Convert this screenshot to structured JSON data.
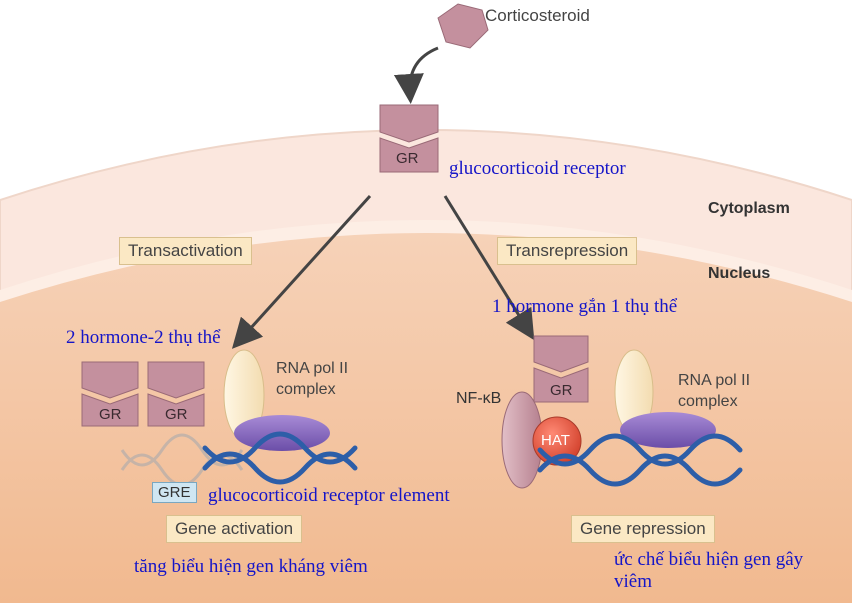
{
  "labels": {
    "corticosteroid": "Corticosteroid",
    "cytoplasm": "Cytoplasm",
    "nucleus": "Nucleus",
    "transactivation": "Transactivation",
    "transrepression": "Transrepression",
    "gr": "GR",
    "rna_pol_line1": "RNA pol II",
    "rna_pol_line2": "complex",
    "nfkb": "NF-κB",
    "hat": "HAT",
    "gre": "GRE",
    "gene_activation": "Gene activation",
    "gene_repression": "Gene repression"
  },
  "annotations": {
    "glucocorticoid_receptor": "glucocorticoid receptor",
    "two_hormone": "2 hormone-2 thụ thể",
    "one_hormone": "1 hormone gắn 1 thụ thể",
    "gre_element": "glucocorticoid receptor element",
    "increase_expression": "tăng biểu hiện gen kháng viêm",
    "inhibit_line1": "ức chế biểu hiện gen gây",
    "inhibit_line2": "viêm"
  },
  "colors": {
    "cytoplasm": "#fbeae2",
    "nucleus": "#f4c6a6",
    "receptor": "#c4909e",
    "membrane": "#fdf1ea",
    "annotation_blue": "#1515c8",
    "rna_pol": "#8a6bbf",
    "hat": "#e05a44",
    "dna": "#2d5ea8"
  }
}
